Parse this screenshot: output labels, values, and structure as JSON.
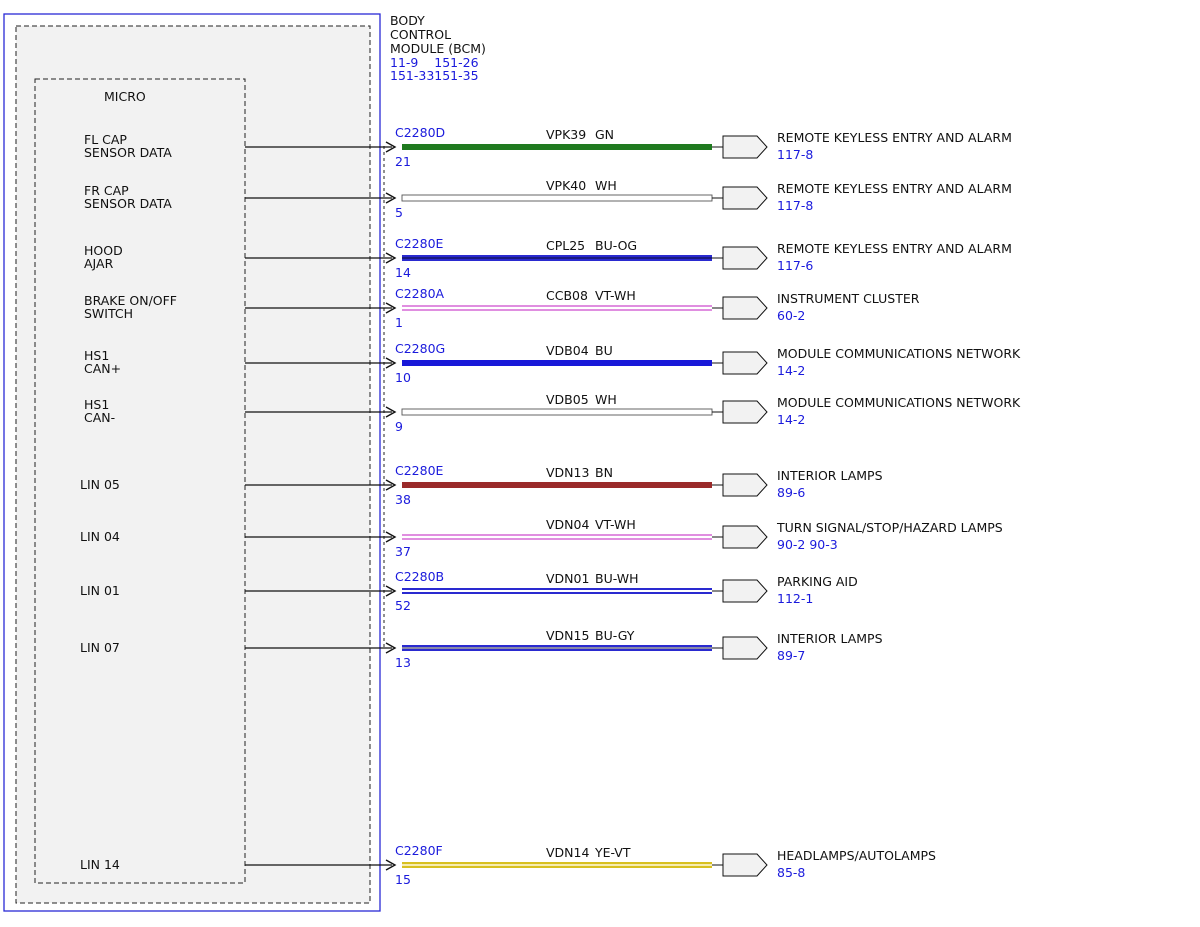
{
  "module": {
    "title_lines": [
      "BODY",
      "CONTROL",
      "MODULE (BCM)"
    ],
    "ref_lines": [
      "11-9    151-26",
      "151-33151-35"
    ],
    "micro_label": "MICRO",
    "border_color": "#2a2ad6"
  },
  "circuits": [
    {
      "pin_label": [
        "FL CAP",
        "SENSOR DATA"
      ],
      "connector": "C2280D",
      "pin": "21",
      "circuit": "VPK39",
      "color_code": "GN",
      "wire": {
        "main": "#1f7a1f",
        "stripe": null
      },
      "destination": "REMOTE KEYLESS ENTRY AND ALARM",
      "dest_ref": "117-8"
    },
    {
      "pin_label": [
        "FR CAP",
        "SENSOR DATA"
      ],
      "connector": "",
      "pin": "5",
      "circuit": "VPK40",
      "color_code": "WH",
      "wire": {
        "main": "#ffffff",
        "stripe": null
      },
      "destination": "REMOTE KEYLESS ENTRY AND ALARM",
      "dest_ref": "117-8"
    },
    {
      "pin_label": [
        "HOOD",
        "AJAR"
      ],
      "connector": "C2280E",
      "pin": "14",
      "circuit": "CPL25",
      "color_code": "BU-OG",
      "wire": {
        "main": "#2a2ad0",
        "stripe": "#1a1a80"
      },
      "destination": "REMOTE KEYLESS ENTRY AND ALARM",
      "dest_ref": "117-6"
    },
    {
      "pin_label": [
        "BRAKE ON/OFF",
        "SWITCH"
      ],
      "connector": "C2280A",
      "pin": "1",
      "circuit": "CCB08",
      "color_code": "VT-WH",
      "wire": {
        "main": "#e08ee0",
        "stripe": "#ffffff"
      },
      "destination": "INSTRUMENT CLUSTER",
      "dest_ref": "60-2"
    },
    {
      "pin_label": [
        "HS1",
        "CAN+"
      ],
      "connector": "C2280G",
      "pin": "10",
      "circuit": "VDB04",
      "color_code": "BU",
      "wire": {
        "main": "#1818d8",
        "stripe": null
      },
      "destination": "MODULE COMMUNICATIONS NETWORK",
      "dest_ref": "14-2"
    },
    {
      "pin_label": [
        "HS1",
        "CAN-"
      ],
      "connector": "",
      "pin": "9",
      "circuit": "VDB05",
      "color_code": "WH",
      "wire": {
        "main": "#ffffff",
        "stripe": null
      },
      "destination": "MODULE COMMUNICATIONS NETWORK",
      "dest_ref": "14-2"
    },
    {
      "pin_label": [
        "LIN 05"
      ],
      "connector": "C2280E",
      "pin": "38",
      "circuit": "VDN13",
      "color_code": "BN",
      "wire": {
        "main": "#9a2a2a",
        "stripe": null
      },
      "destination": "INTERIOR LAMPS",
      "dest_ref": "89-6"
    },
    {
      "pin_label": [
        "LIN 04"
      ],
      "connector": "",
      "pin": "37",
      "circuit": "VDN04",
      "color_code": "VT-WH",
      "wire": {
        "main": "#e08ee0",
        "stripe": "#ffffff"
      },
      "destination": "TURN SIGNAL/STOP/HAZARD LAMPS",
      "dest_ref": "90-2  90-3"
    },
    {
      "pin_label": [
        "LIN 01"
      ],
      "connector": "C2280B",
      "pin": "52",
      "circuit": "VDN01",
      "color_code": "BU-WH",
      "wire": {
        "main": "#2a2ad0",
        "stripe": "#ffffff"
      },
      "destination": "PARKING AID",
      "dest_ref": "112-1"
    },
    {
      "pin_label": [
        "LIN 07"
      ],
      "connector": "",
      "pin": "13",
      "circuit": "VDN15",
      "color_code": "BU-GY",
      "wire": {
        "main": "#2a2ad0",
        "stripe": "#8a8aa8"
      },
      "destination": "INTERIOR LAMPS",
      "dest_ref": "89-7"
    },
    {
      "pin_label": [
        "LIN 14"
      ],
      "connector": "C2280F",
      "pin": "15",
      "circuit": "VDN14",
      "color_code": "YE-VT",
      "wire": {
        "main": "#d8c020",
        "stripe": "#f6ecb0"
      },
      "destination": "HEADLAMPS/AUTOLAMPS",
      "dest_ref": "85-8"
    }
  ]
}
